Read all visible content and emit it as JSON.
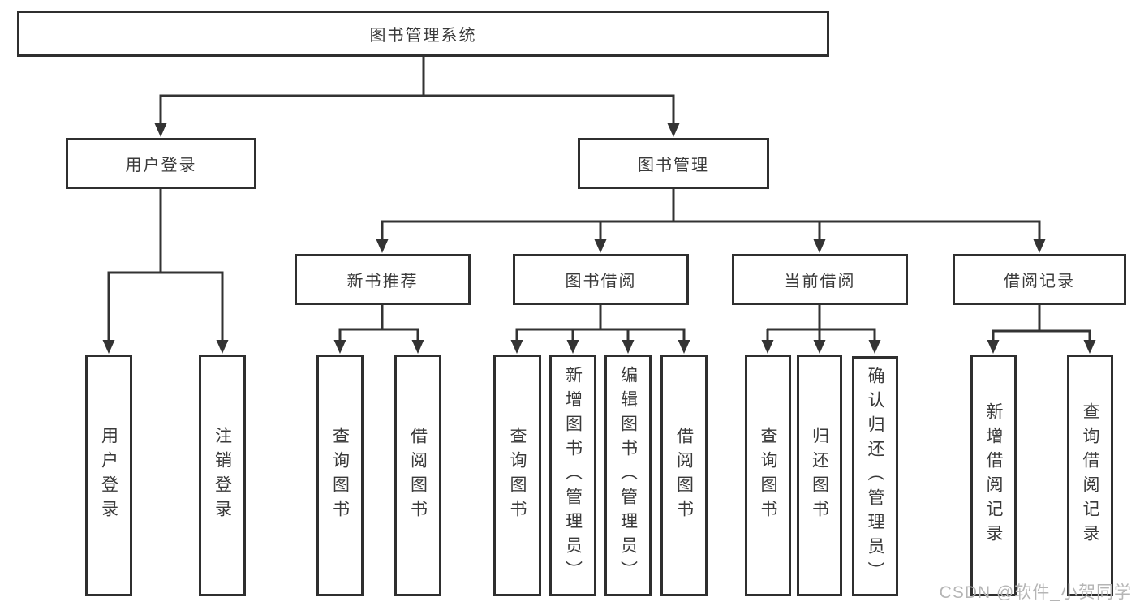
{
  "colors": {
    "line": "#333333",
    "box_border": "#2f2f2f",
    "text": "#3a3a3a",
    "background": "#ffffff",
    "watermark": "#b5b5b5"
  },
  "tree": {
    "label": "图书管理系统",
    "children": [
      {
        "label": "用户登录",
        "children": [
          {
            "label": "用户登录"
          },
          {
            "label": "注销登录"
          }
        ]
      },
      {
        "label": "图书管理",
        "children": [
          {
            "label": "新书推荐",
            "children": [
              {
                "label": "查询图书"
              },
              {
                "label": "借阅图书"
              }
            ]
          },
          {
            "label": "图书借阅",
            "children": [
              {
                "label": "查询图书"
              },
              {
                "label": "新增图书（管理员）"
              },
              {
                "label": "编辑图书（管理员）"
              },
              {
                "label": "借阅图书"
              }
            ]
          },
          {
            "label": "当前借阅",
            "children": [
              {
                "label": "查询图书"
              },
              {
                "label": "归还图书"
              },
              {
                "label": "确认归还（管理员）"
              }
            ]
          },
          {
            "label": "借阅记录",
            "children": [
              {
                "label": "新增借阅记录"
              },
              {
                "label": "查询借阅记录"
              }
            ]
          }
        ]
      }
    ]
  },
  "watermark": {
    "text": "CSDN @软件_小贺同学"
  }
}
